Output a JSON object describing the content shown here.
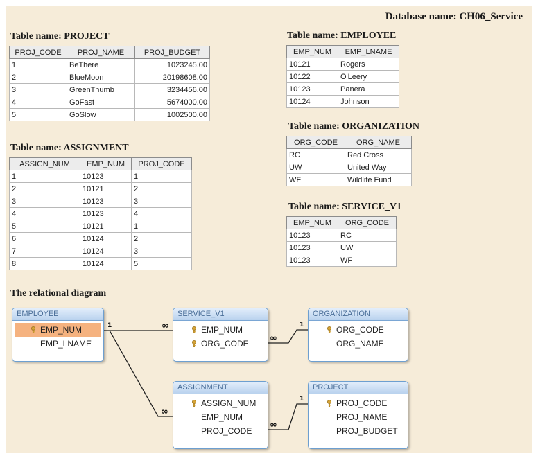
{
  "database_name": "Database name: CH06_Service",
  "tables": {
    "project": {
      "title": "Table name: PROJECT",
      "columns": [
        "PROJ_CODE",
        "PROJ_NAME",
        "PROJ_BUDGET"
      ],
      "rows": [
        [
          "1",
          "BeThere",
          "1023245.00"
        ],
        [
          "2",
          "BlueMoon",
          "20198608.00"
        ],
        [
          "3",
          "GreenThumb",
          "3234456.00"
        ],
        [
          "4",
          "GoFast",
          "5674000.00"
        ],
        [
          "5",
          "GoSlow",
          "1002500.00"
        ]
      ]
    },
    "assignment": {
      "title": "Table name: ASSIGNMENT",
      "columns": [
        "ASSIGN_NUM",
        "EMP_NUM",
        "PROJ_CODE"
      ],
      "rows": [
        [
          "1",
          "10123",
          "1"
        ],
        [
          "2",
          "10121",
          "2"
        ],
        [
          "3",
          "10123",
          "3"
        ],
        [
          "4",
          "10123",
          "4"
        ],
        [
          "5",
          "10121",
          "1"
        ],
        [
          "6",
          "10124",
          "2"
        ],
        [
          "7",
          "10124",
          "3"
        ],
        [
          "8",
          "10124",
          "5"
        ]
      ]
    },
    "employee": {
      "title": "Table name: EMPLOYEE",
      "columns": [
        "EMP_NUM",
        "EMP_LNAME"
      ],
      "rows": [
        [
          "10121",
          "Rogers"
        ],
        [
          "10122",
          "O'Leery"
        ],
        [
          "10123",
          "Panera"
        ],
        [
          "10124",
          "Johnson"
        ]
      ]
    },
    "organization": {
      "title": "Table name: ORGANIZATION",
      "columns": [
        "ORG_CODE",
        "ORG_NAME"
      ],
      "rows": [
        [
          "RC",
          "Red Cross"
        ],
        [
          "UW",
          "United Way"
        ],
        [
          "WF",
          "Wildlife Fund"
        ]
      ]
    },
    "service_v1": {
      "title": "Table name: SERVICE_V1",
      "columns": [
        "EMP_NUM",
        "ORG_CODE"
      ],
      "rows": [
        [
          "10123",
          "RC"
        ],
        [
          "10123",
          "UW"
        ],
        [
          "10123",
          "WF"
        ]
      ]
    }
  },
  "diagram": {
    "title": "The relational diagram",
    "entities": {
      "employee": {
        "name": "EMPLOYEE",
        "fields": [
          "EMP_NUM",
          "EMP_LNAME"
        ],
        "keys": [
          true,
          false
        ],
        "selected": 0
      },
      "service_v1": {
        "name": "SERVICE_V1",
        "fields": [
          "EMP_NUM",
          "ORG_CODE"
        ],
        "keys": [
          true,
          true
        ]
      },
      "organization": {
        "name": "ORGANIZATION",
        "fields": [
          "ORG_CODE",
          "ORG_NAME"
        ],
        "keys": [
          true,
          false
        ]
      },
      "assignment": {
        "name": "ASSIGNMENT",
        "fields": [
          "ASSIGN_NUM",
          "EMP_NUM",
          "PROJ_CODE"
        ],
        "keys": [
          true,
          false,
          false
        ]
      },
      "project": {
        "name": "PROJECT",
        "fields": [
          "PROJ_CODE",
          "PROJ_NAME",
          "PROJ_BUDGET"
        ],
        "keys": [
          true,
          false,
          false
        ]
      }
    },
    "relationships": [
      {
        "from": "employee",
        "to": "service_v1",
        "one_label": "1",
        "many_label": "∞"
      },
      {
        "from": "employee",
        "to": "assignment",
        "one_label": "1",
        "many_label": "∞"
      },
      {
        "from": "organization",
        "to": "service_v1",
        "one_label": "1",
        "many_label": "∞"
      },
      {
        "from": "project",
        "to": "assignment",
        "one_label": "1",
        "many_label": "∞"
      }
    ],
    "colors": {
      "entity_border": "#6d9fd0",
      "entity_header": "#b9d2ee",
      "selected_field": "#f5b27f",
      "key_icon": "#d6a437",
      "line": "#222222"
    }
  }
}
